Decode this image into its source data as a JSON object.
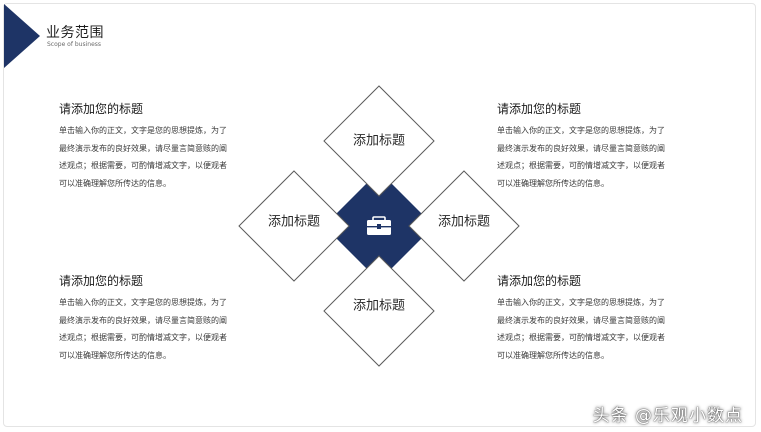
{
  "header": {
    "title": "业务范围",
    "subtitle": "Scope of business"
  },
  "colors": {
    "accent": "#1e3466",
    "diamond_border": "#5b5b5b",
    "text": "#1a1a1a"
  },
  "diagram": {
    "center_icon": "briefcase-icon",
    "diamonds": {
      "top": "添加标题",
      "left": "添加标题",
      "right": "添加标题",
      "bottom": "添加标题"
    }
  },
  "blocks": {
    "top_left": {
      "heading": "请添加您的标题",
      "lines": [
        "单击输入你的正文，文字是您的思想提炼，为了",
        "最终演示发布的良好效果，请尽量言简意赅的阐",
        "述观点；根据需要，可酌情增减文字，以便观者",
        "可以准确理解您所传达的信息。"
      ]
    },
    "top_right": {
      "heading": "请添加您的标题",
      "lines": [
        "单击输入你的正文，文字是您的思想提炼，为了",
        "最终演示发布的良好效果，请尽量言简意赅的阐",
        "述观点；根据需要，可酌情增减文字，以便观者",
        "可以准确理解您所传达的信息。"
      ]
    },
    "bottom_left": {
      "heading": "请添加您的标题",
      "lines": [
        "单击输入你的正文，文字是您的思想提炼，为了",
        "最终演示发布的良好效果，请尽量言简意赅的阐",
        "述观点；根据需要，可酌情增减文字，以便观者",
        "可以准确理解您所传达的信息。"
      ]
    },
    "bottom_right": {
      "heading": "请添加您的标题",
      "lines": [
        "单击输入你的正文，文字是您的思想提炼，为了",
        "最终演示发布的良好效果，请尽量言简意赅的阐",
        "述观点；根据需要，可酌情增减文字，以便观者",
        "可以准确理解您所传达的信息。"
      ]
    }
  },
  "watermark": "头条 @乐观小数点"
}
